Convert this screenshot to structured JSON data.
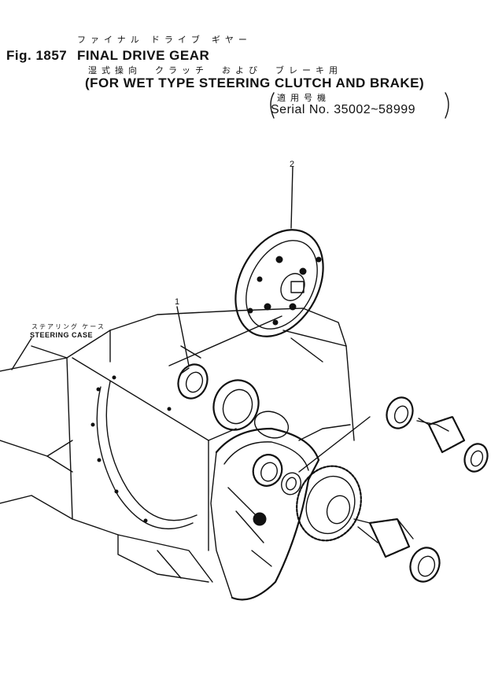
{
  "header": {
    "title_jp": "ファイナル ドライブ ギヤー",
    "fig_label": "Fig. 1857",
    "title_en": "FINAL DRIVE GEAR",
    "subtitle_jp": "湿式操向　クラッチ　および　ブレーキ用",
    "subtitle_en": "(FOR WET TYPE STEERING CLUTCH AND BRAKE)",
    "serial_jp": "適用号機",
    "serial_en": "Serial No. 35002~58999"
  },
  "diagram": {
    "case_label_jp": "ステアリング ケース",
    "case_label_en": "STEERING CASE",
    "callouts": [
      "2",
      "1"
    ]
  }
}
